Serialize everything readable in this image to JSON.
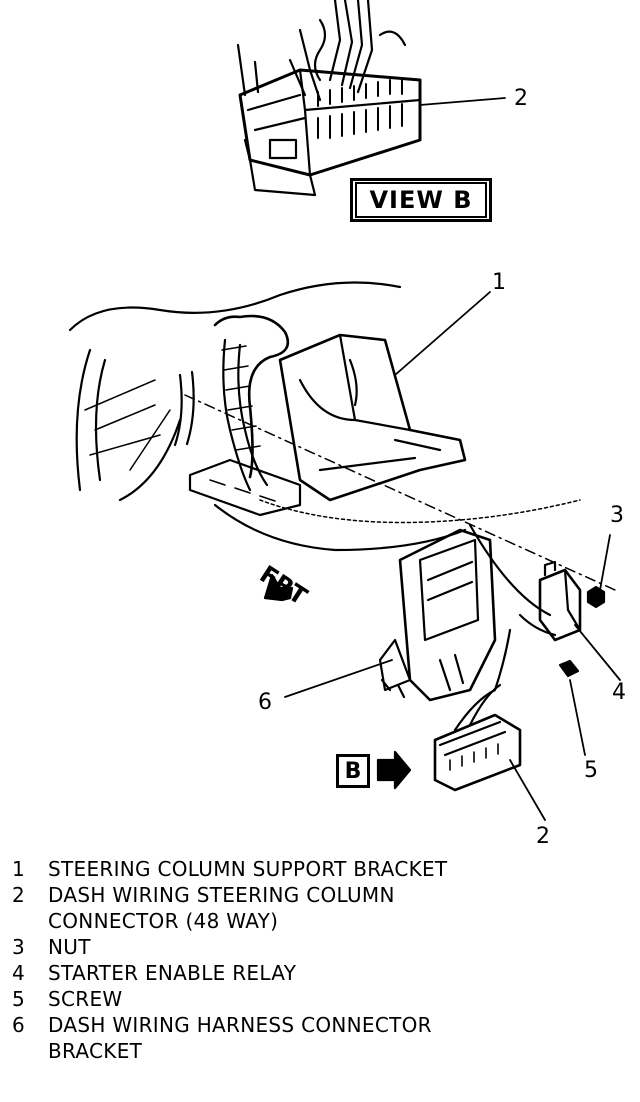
{
  "diagram": {
    "view_label": "VIEW B",
    "front_label": "FRT",
    "view_marker": "B",
    "callouts": [
      "1",
      "2",
      "3",
      "4",
      "5",
      "6",
      "2"
    ]
  },
  "legend": {
    "items": [
      {
        "num": "1",
        "text": "STEERING COLUMN SUPPORT BRACKET"
      },
      {
        "num": "2",
        "text": "DASH WIRING STEERING COLUMN\nCONNECTOR (48 WAY)"
      },
      {
        "num": "3",
        "text": "NUT"
      },
      {
        "num": "4",
        "text": "STARTER ENABLE RELAY"
      },
      {
        "num": "5",
        "text": "SCREW"
      },
      {
        "num": "6",
        "text": "DASH WIRING HARNESS CONNECTOR\nBRACKET"
      }
    ]
  }
}
